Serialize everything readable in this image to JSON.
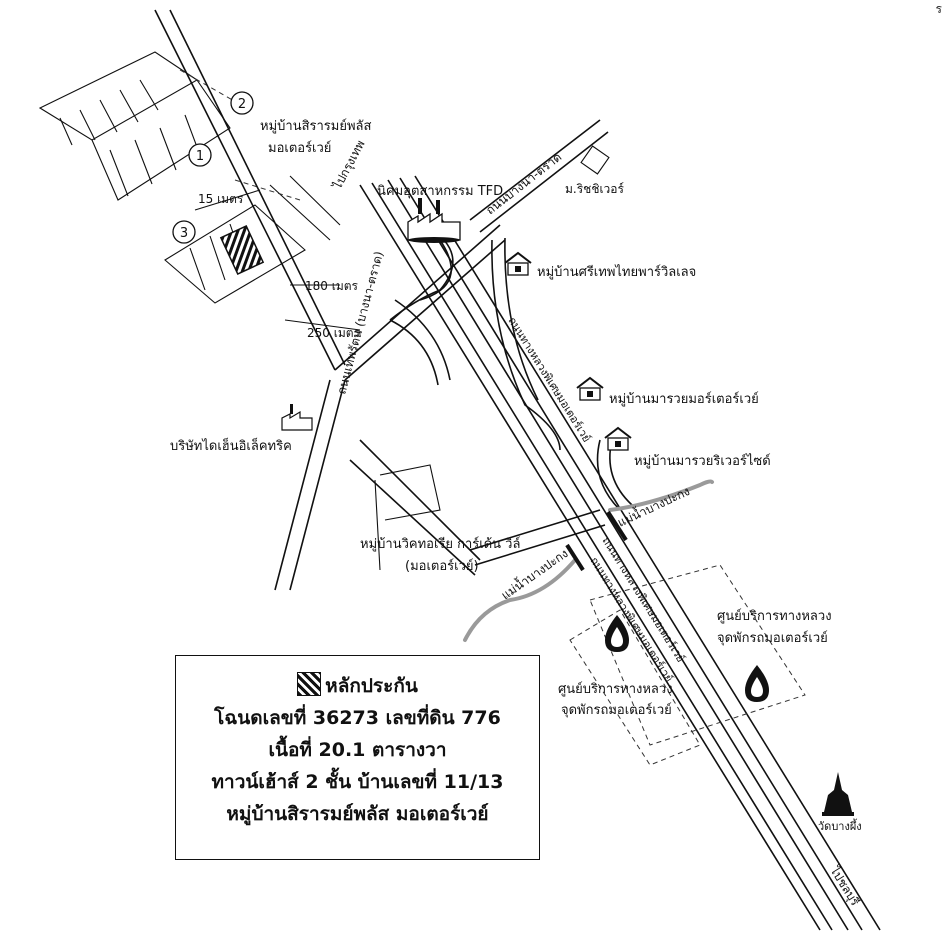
{
  "labels": {
    "village_siramplus": "หมู่บ้านสิรารมย์พลัส",
    "motorway_1": "มอเตอร์เวย์",
    "dist_15": "15 เมตร",
    "dist_180": "180 เมตร",
    "dist_250": "250 เมตร",
    "tfd": "นิคมอุตสาหกรรม TFD",
    "rich_river": "ม.ริชชิเวอร์",
    "srithep": "หมู่บ้านศรีเทพไทยพาร์วิลเลจ",
    "marawai_motor": "หมู่บ้านมารวยมอร์เตอร์เวย์",
    "marawai_river": "หมู่บ้านมารวยริเวอร์ไซด์",
    "daihen": "บริษัทไดเฮ็นอิเล็คทริค",
    "victoria_1": "หมู่บ้านวิคทอเรีย การ์เด้น วิล์",
    "victoria_2": "(มอเตอร์เวย์)",
    "river_bangpakong_1": "แม่น้ำบางปะกง",
    "river_bangpakong_2": "แม่น้ำบางปะกง",
    "service_1a": "ศูนย์บริการทางหลวง",
    "service_1b": "จุดพักรถมอเตอร์เวย์",
    "service_2a": "ศูนย์บริการทางหลวง",
    "service_2b": "จุดพักรถมอเตอร์เวย์",
    "wat": "วัดบางผึ้ง",
    "to_bangkok": "ไปกรุงเทพ",
    "to_chonburi": "ไปชลบุรี",
    "road_theparak": "ถนนเทพรัตน",
    "road_bangna": "ถนนบางนา-ตราด",
    "road_motorway_v1": "ถนนทางหลวงพิเศษมอเตอร์เวย์",
    "road_motorway_v2": "ถนนทางหลวงพิเศษมอเตอร์เวย์",
    "road_motorway_v3": "ถนนทางหลวงพิเศษมอเตอร์เวย์",
    "road_left_v": "ถนนเทพรัตน (บางนา-ตราด)",
    "num_1": "1",
    "num_2": "2",
    "num_3": "3"
  },
  "legend": {
    "title": "หลักประกัน",
    "line1": "โฉนดเลขที่ 36273 เลขที่ดิน 776",
    "line2": "เนื้อที่ 20.1 ตารางวา",
    "line3": "ทาวน์เฮ้าส์ 2 ชั้น บ้านเลขที่ 11/13",
    "line4": "หมู่บ้านสิรารมย์พลัส มอเตอร์เวย์"
  },
  "corner_mark": "ร",
  "colors": {
    "ink": "#111111",
    "water": "#9a9a9a",
    "paper": "#ffffff"
  },
  "icons": [
    "factory-icon",
    "house-icon",
    "fuel-station-icon",
    "temple-icon",
    "hatched-plot-icon"
  ]
}
